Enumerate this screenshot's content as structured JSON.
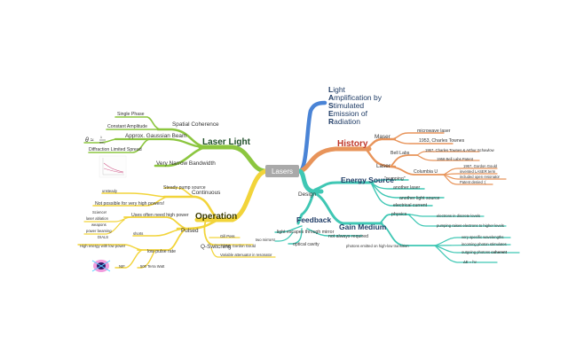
{
  "colors": {
    "green": "#8cc63f",
    "yellow": "#f2d43a",
    "blue": "#4a84d6",
    "orange": "#e8945a",
    "teal": "#3fc7b4",
    "center_box": "#a9a9a9",
    "history_text": "#c0392b",
    "energy_text": "#1f3c66",
    "laser_light_text": "#1f4f2a",
    "operation_text": "#3b3b00",
    "qswitch_text": "#2f78c4"
  },
  "center": {
    "label": "Lasers"
  },
  "acronym": {
    "lines": [
      {
        "initial": "L",
        "rest": "ight"
      },
      {
        "initial": "A",
        "rest": "mplification by"
      },
      {
        "initial": "S",
        "rest": "timulated"
      },
      {
        "initial": "E",
        "rest": "mission of"
      },
      {
        "initial": "R",
        "rest": "adiation"
      }
    ]
  },
  "laser_light": {
    "title": "Laser Light",
    "spatial": "Spatial Coherence",
    "single_phase": "Single Phase",
    "constant_amp": "Constant Amplitude",
    "gaussian": "Approx. Gaussian Beam",
    "theta": "θ ≈",
    "diffraction": "Diffraction Limited Spread",
    "bandwidth": "Very Narrow Bandwidth"
  },
  "operation": {
    "title": "Operation",
    "continuous": "Continuous",
    "steady_pump": "Steady pump source",
    "unsteady": "unsteady",
    "not_possible": "Not possible for very high powers!",
    "pulsed": "Pulsed",
    "uses_high_power": "Uses often need high power",
    "uses": [
      "Science!",
      "laser ablation",
      "weapons",
      "power beaming",
      "DIALS"
    ],
    "shorts": "shorts",
    "high_energy": "High energy with low power",
    "low_pulse": "low pulse rate",
    "nif": "NIF",
    "tera": "500 Terra Watt",
    "qswitch": "Q-Switching",
    "qs_items": [
      "Gill Poss",
      "1958, Gordon Gould",
      "Variable attenuator in resonator"
    ]
  },
  "history": {
    "title": "History",
    "maser": "Maser",
    "microwave": "microwave laser",
    "townes": "1953, Charles Townes",
    "bell": "Bell Labs",
    "bell_items": [
      "1957, Charles Townes & Arthur Schawlow",
      "1958 Bell Labs Patent"
    ],
    "laser": "Laser",
    "columbia": "Columbia U",
    "columbia_items": [
      "1957, Gordon Gould",
      "invented LASER term",
      "included open resonator",
      "Patent denied :("
    ]
  },
  "design": {
    "label": "Design",
    "energy": {
      "title": "Energy Source",
      "items": [
        "\"pumping\"",
        "another laser",
        "another light source",
        "electrical current"
      ]
    },
    "gain": {
      "title": "Gain Medium",
      "physics": "physics",
      "physics_items": [
        "electrons in discrete levels",
        "pumping raises electrons to higher levels"
      ],
      "photons": "photons emitted on high-low transition",
      "photon_items": [
        "very specific wavelengths",
        "incoming photon stimulates"
      ],
      "outgoing_prefix": "outgoing photons ",
      "outgoing_bold": "coherent",
      "delta": "ΔE = hν"
    },
    "feedback": {
      "title": "Feedback",
      "escapes": "light escapes through mirror",
      "two_mirrors": "two mirrors!",
      "not_always": "not always required",
      "cavity": "optical cavity"
    }
  }
}
